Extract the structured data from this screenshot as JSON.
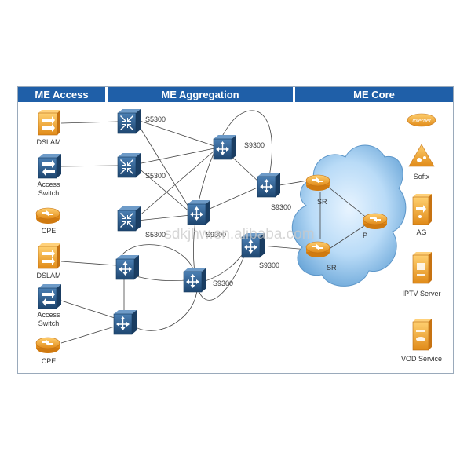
{
  "headers": {
    "access": "ME Access",
    "aggregation": "ME Aggregation",
    "core": "ME Core"
  },
  "access": {
    "dslam_1": "DSLAM",
    "access_switch_1": [
      "Access",
      "Switch"
    ],
    "cpe_1": "CPE",
    "dslam_2": "DSLAM",
    "access_switch_2": [
      "Access",
      "Switch"
    ],
    "cpe_2": "CPE"
  },
  "aggregation": {
    "s5300_1": "S5300",
    "s5300_2": "S5300",
    "s5300_3": "S5300",
    "s9300_1": "S9300",
    "s9300_2": "S9300",
    "s9300_3": "S9300",
    "s9300_4": "S9300",
    "s9300_5": "S9300"
  },
  "core": {
    "sr_1": "SR",
    "sr_2": "SR",
    "p": "P"
  },
  "services": {
    "internet": "Internet",
    "softx": "Softx",
    "ag": "AG",
    "iptv": "IPTV Server",
    "vod": "VOD Service"
  },
  "watermark": "sdkjhw.en.alibaba.com",
  "colors": {
    "header": "#1f5fa8",
    "switch": "#2e5d8a",
    "orange": "#f0a030",
    "cloud": "#8fc1ea",
    "link": "#444444"
  },
  "icons": {
    "dslam": "dslam-icon",
    "access_switch": "access-switch-icon",
    "cpe": "cpe-router-icon",
    "s5300": "s5300-switch-icon",
    "s9300": "s9300-switch-icon",
    "router": "router-icon",
    "internet": "internet-icon",
    "softx": "softx-icon",
    "ag": "ag-icon",
    "iptv": "iptv-server-icon",
    "vod": "vod-server-icon"
  }
}
